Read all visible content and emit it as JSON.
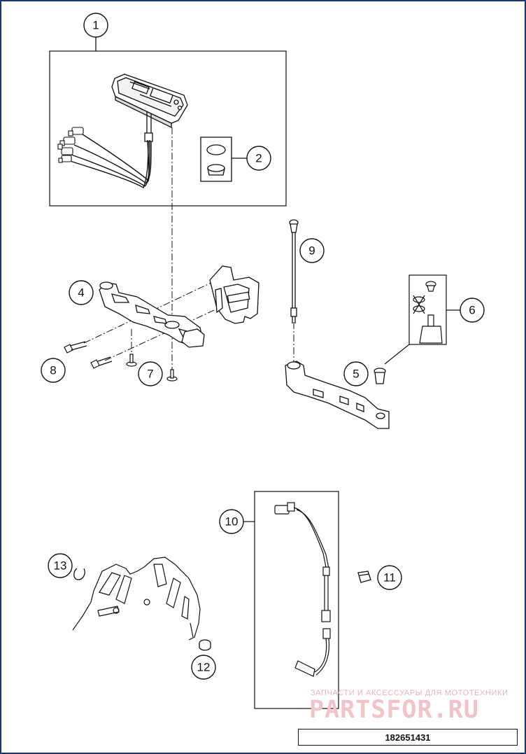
{
  "callouts": {
    "c1": "1",
    "c2": "2",
    "c4": "4",
    "c5": "5",
    "c6": "6",
    "c7": "7",
    "c8": "8",
    "c9": "9",
    "c10": "10",
    "c11": "11",
    "c12": "12",
    "c13": "13"
  },
  "watermark": {
    "tagline": "ЗАПЧАСТИ И АКСЕССУАРЫ ДЛЯ МОТОТЕХНИКИ",
    "brand": "PARTSFOR.RU"
  },
  "part_number": "182651431",
  "colors": {
    "line": "#111111",
    "border": "#1a3a6b",
    "watermark": "#f0c4c8"
  }
}
